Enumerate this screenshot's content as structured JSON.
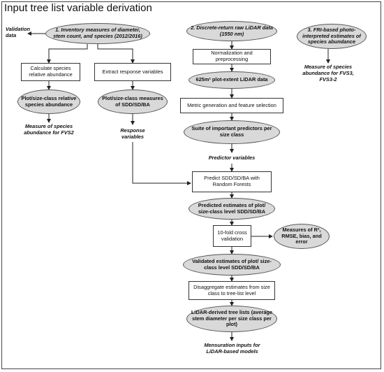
{
  "title": "Input tree list variable derivation",
  "outputs": {
    "validation_data": "Validation data",
    "measure_fvs2": "Measure of species abundance for FVS2",
    "response_variables": "Response variables",
    "predictor_variables": "Predictor variables",
    "measure_fvs3": "Measure of species abundance for FVS3, FVS3-2",
    "mensuration_inputs": "Mensuration inputs for LiDAR-based models"
  },
  "sources": {
    "inventory": "1. Inventory measures of diameter, stem count, and species (2012/2016)",
    "lidar": "2. Discrete-return raw LiDAR data (1550 nm)",
    "fri": "3. FRI-based photo-interpreted estimates of species abundance"
  },
  "steps": {
    "calc_species": "Calculate species relative abundance",
    "extract_response": "Extract response variables",
    "normalization": "Normalization and preprocessing",
    "metric_generation": "Metric generation and feature selection",
    "predict_rf": "Predict SDD/SD/BA with Random Forests",
    "cross_validation": "10-fold cross validation",
    "disaggregate": "Disaggregate estimates from size class to tree-list level"
  },
  "products": {
    "plot_species": "Plot/size-class relative species abundance",
    "plot_sdd": "Plot/size-class measures of SDD/SD/BA",
    "lidar_plot": "625m² plot-extent LiDAR data",
    "suite_predictors": "Suite of important predictors per size class",
    "predicted_estimates": "Predicted estimates of plot/ size-class level SDD/SD/BA",
    "measures_error": "Measures of R², RMSE, bias, and error",
    "validated_estimates": "Validated estimates of plot/ size-class level SDD/SD/BA",
    "lidar_tree_lists": "LiDAR-derived tree lists (average stem diameter per size class per plot)"
  }
}
